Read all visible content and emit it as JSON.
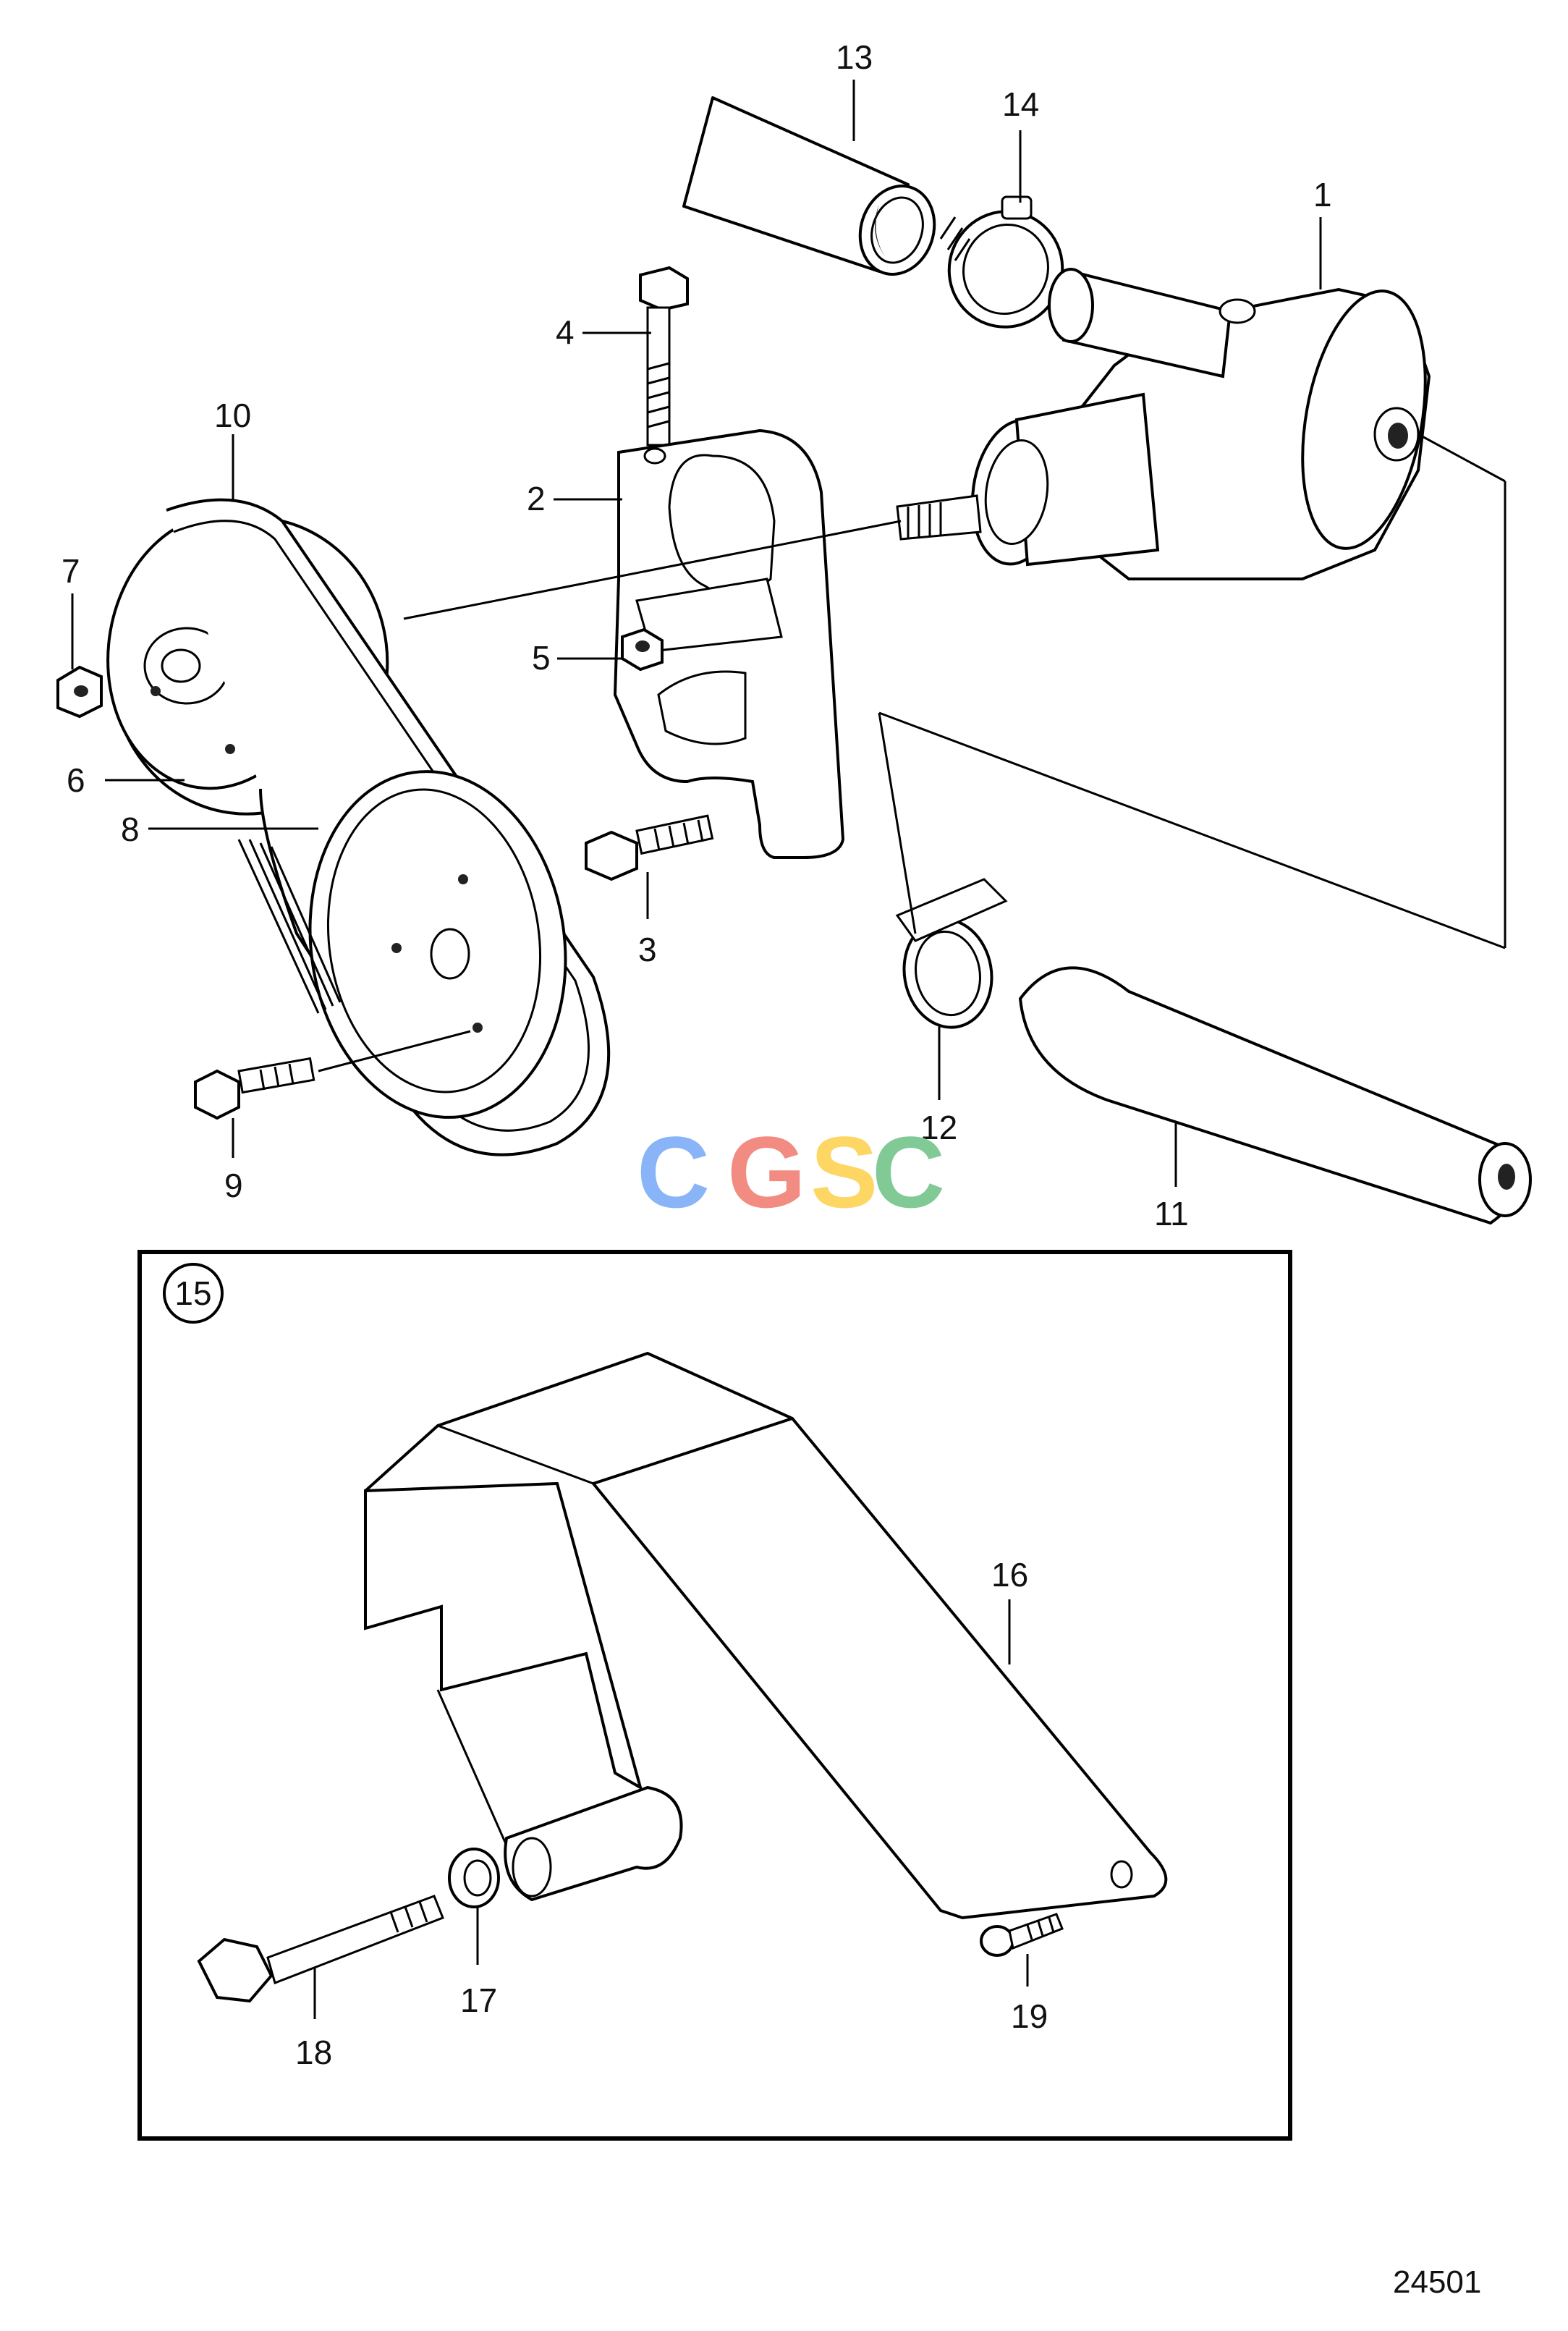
{
  "callouts": {
    "c1": "1",
    "c2": "2",
    "c3": "3",
    "c4": "4",
    "c5": "5",
    "c6": "6",
    "c7": "7",
    "c8": "8",
    "c9": "9",
    "c10": "10",
    "c11": "11",
    "c12": "12",
    "c13": "13",
    "c14": "14",
    "c15": "15",
    "c16": "16",
    "c17": "17",
    "c18": "18",
    "c19": "19"
  },
  "watermark": {
    "letters": [
      "C",
      "G",
      "S",
      "C"
    ],
    "colors": [
      "#8ab4f8",
      "#f28b82",
      "#fdd663",
      "#81c995"
    ]
  },
  "figure_number": "24501"
}
